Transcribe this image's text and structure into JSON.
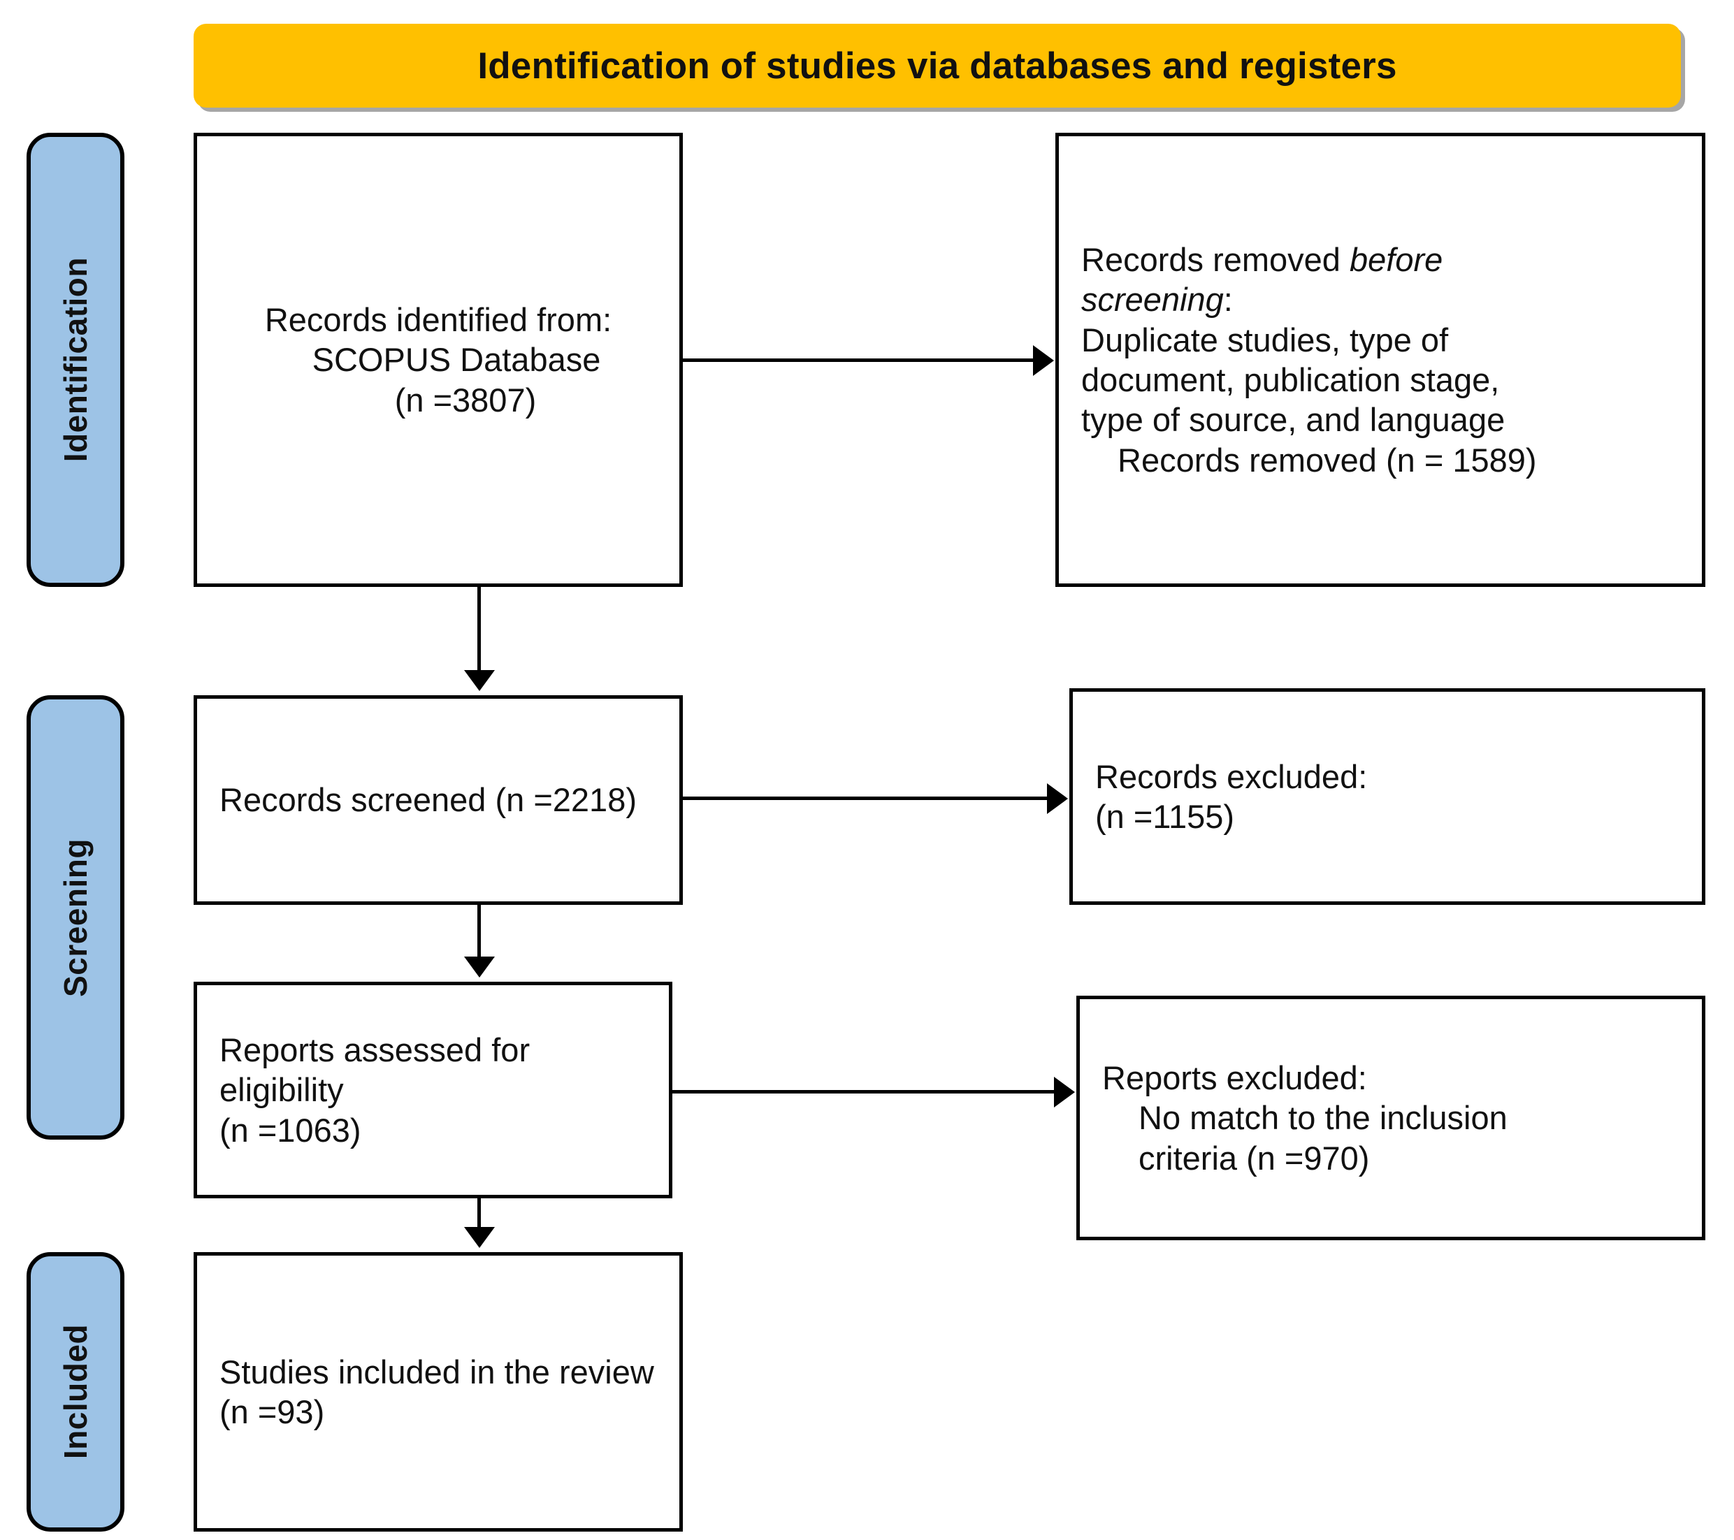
{
  "header": {
    "title": "Identification of studies via databases and registers",
    "background_color": "#FFC000"
  },
  "phases": [
    {
      "id": "identification",
      "label": "Identification",
      "color": "#9DC3E6"
    },
    {
      "id": "screening",
      "label": "Screening",
      "color": "#9DC3E6"
    },
    {
      "id": "included",
      "label": "Included",
      "color": "#9DC3E6"
    }
  ],
  "boxes": {
    "identified": {
      "line1": "Records identified from:",
      "line2": "SCOPUS Database",
      "line3": "(n =3807)"
    },
    "removed_before_screening": {
      "line1_prefix": "Records removed ",
      "line1_italic": "before",
      "line2_italic": "screening",
      "line2_suffix": ":",
      "line3": "Duplicate studies, type of",
      "line4": "document, publication stage,",
      "line5": "type of source, and language",
      "line6": "Records removed (n = 1589)"
    },
    "screened": {
      "line1": "Records screened (n =2218)"
    },
    "records_excluded": {
      "line1": "Records excluded:",
      "line2": "(n =1155)"
    },
    "eligibility": {
      "line1": "Reports assessed for eligibility",
      "line2": "(n =1063)"
    },
    "reports_excluded": {
      "line1": "Reports excluded:",
      "line2": "No match to the inclusion",
      "line3": "criteria (n =970)"
    },
    "included": {
      "line1": "Studies included in the review",
      "line2": "(n =93)"
    }
  },
  "chart_data": {
    "type": "diagram",
    "diagram_type": "PRISMA flow diagram",
    "title": "Identification of studies via databases and registers",
    "nodes": [
      {
        "id": "identified",
        "phase": "Identification",
        "label": "Records identified from: SCOPUS Database",
        "n": 3807
      },
      {
        "id": "removed_before",
        "phase": "Identification",
        "label": "Records removed before screening: Duplicate studies, type of document, publication stage, type of source, and language",
        "n": 1589
      },
      {
        "id": "screened",
        "phase": "Screening",
        "label": "Records screened",
        "n": 2218
      },
      {
        "id": "records_excluded",
        "phase": "Screening",
        "label": "Records excluded",
        "n": 1155
      },
      {
        "id": "eligibility",
        "phase": "Screening",
        "label": "Reports assessed for eligibility",
        "n": 1063
      },
      {
        "id": "reports_excluded",
        "phase": "Screening",
        "label": "Reports excluded: No match to the inclusion criteria",
        "n": 970
      },
      {
        "id": "included",
        "phase": "Included",
        "label": "Studies included in the review",
        "n": 93
      }
    ],
    "edges": [
      {
        "from": "identified",
        "to": "removed_before",
        "direction": "right"
      },
      {
        "from": "identified",
        "to": "screened",
        "direction": "down"
      },
      {
        "from": "screened",
        "to": "records_excluded",
        "direction": "right"
      },
      {
        "from": "screened",
        "to": "eligibility",
        "direction": "down"
      },
      {
        "from": "eligibility",
        "to": "reports_excluded",
        "direction": "right"
      },
      {
        "from": "eligibility",
        "to": "included",
        "direction": "down"
      }
    ]
  }
}
